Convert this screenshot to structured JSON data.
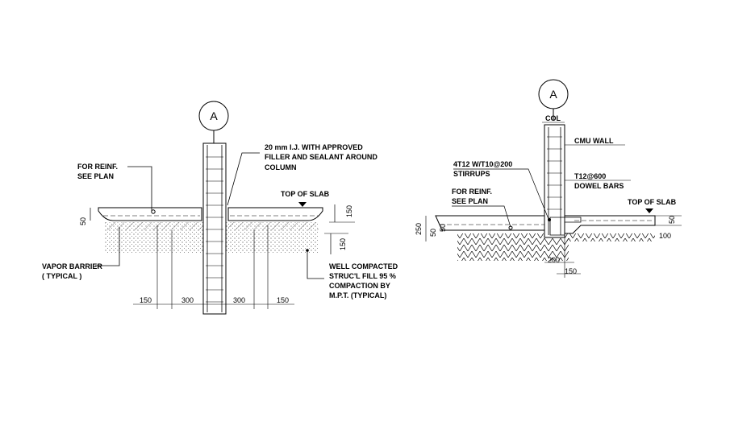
{
  "left_detail": {
    "grid_tag": "A",
    "joint_note": [
      "20 mm I.J. WITH APPROVED",
      "FILLER AND SEALANT AROUND",
      "COLUMN"
    ],
    "reinf_note": [
      "FOR REINF.",
      "SEE PLAN"
    ],
    "top_of_slab": "TOP OF SLAB",
    "vapor_barrier": [
      "VAPOR BARRIER",
      "( TYPICAL )"
    ],
    "fill_note": [
      "WELL COMPACTED",
      "STRUC'L FILL 95 %",
      "COMPACTION BY",
      "M.P.T. (TYPICAL)"
    ],
    "dims": {
      "slab_thk": "50",
      "slab_depth_top": "150",
      "slab_depth_bottom": "150",
      "d1": "150",
      "d2": "300",
      "d3": "300",
      "d4": "150"
    }
  },
  "right_detail": {
    "grid_tag": "A",
    "col_label": "COL",
    "cmu_wall": "CMU WALL",
    "stirrups": [
      "4T12 W/T10@200",
      "STIRRUPS"
    ],
    "dowel_bars": [
      "T12@600",
      "DOWEL BARS"
    ],
    "reinf_note": [
      "FOR REINF.",
      "SEE PLAN"
    ],
    "top_of_slab": "TOP OF SLAB",
    "dims": {
      "d250": "250",
      "d50a": "50",
      "d50b": "50",
      "d150": "150",
      "d200": "200",
      "d100": "100",
      "d50c": "50"
    }
  }
}
